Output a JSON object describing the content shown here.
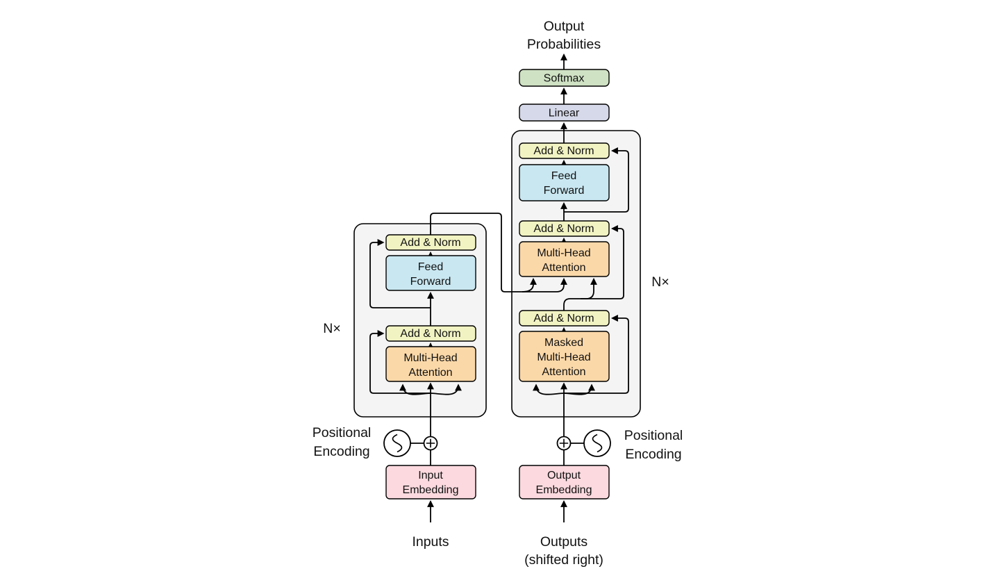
{
  "diagram": {
    "title": {
      "line1": "Output",
      "line2": "Probabilities"
    },
    "blocks": {
      "softmax": "Softmax",
      "linear": "Linear",
      "add_norm": "Add & Norm",
      "feed_forward": {
        "line1": "Feed",
        "line2": "Forward"
      },
      "multi_head_attention": {
        "line1": "Multi-Head",
        "line2": "Attention"
      },
      "masked_multi_head_attention": {
        "line1": "Masked",
        "line2": "Multi-Head",
        "line3": "Attention"
      },
      "input_embedding": {
        "line1": "Input",
        "line2": "Embedding"
      },
      "output_embedding": {
        "line1": "Output",
        "line2": "Embedding"
      }
    },
    "labels": {
      "nx_left": "N×",
      "nx_right": "N×",
      "positional_encoding_left": {
        "line1": "Positional",
        "line2": "Encoding"
      },
      "positional_encoding_right": {
        "line1": "Positional",
        "line2": "Encoding"
      },
      "inputs": "Inputs",
      "outputs": {
        "line1": "Outputs",
        "line2": "(shifted right)"
      }
    },
    "colors": {
      "add_norm": "#f1f3c2",
      "feed_forward": "#c9e7f1",
      "attention": "#fbd8a8",
      "embedding": "#fbd9de",
      "softmax": "#cfe2c4",
      "linear": "#d6d9e9",
      "container": "#f4f4f4"
    }
  }
}
